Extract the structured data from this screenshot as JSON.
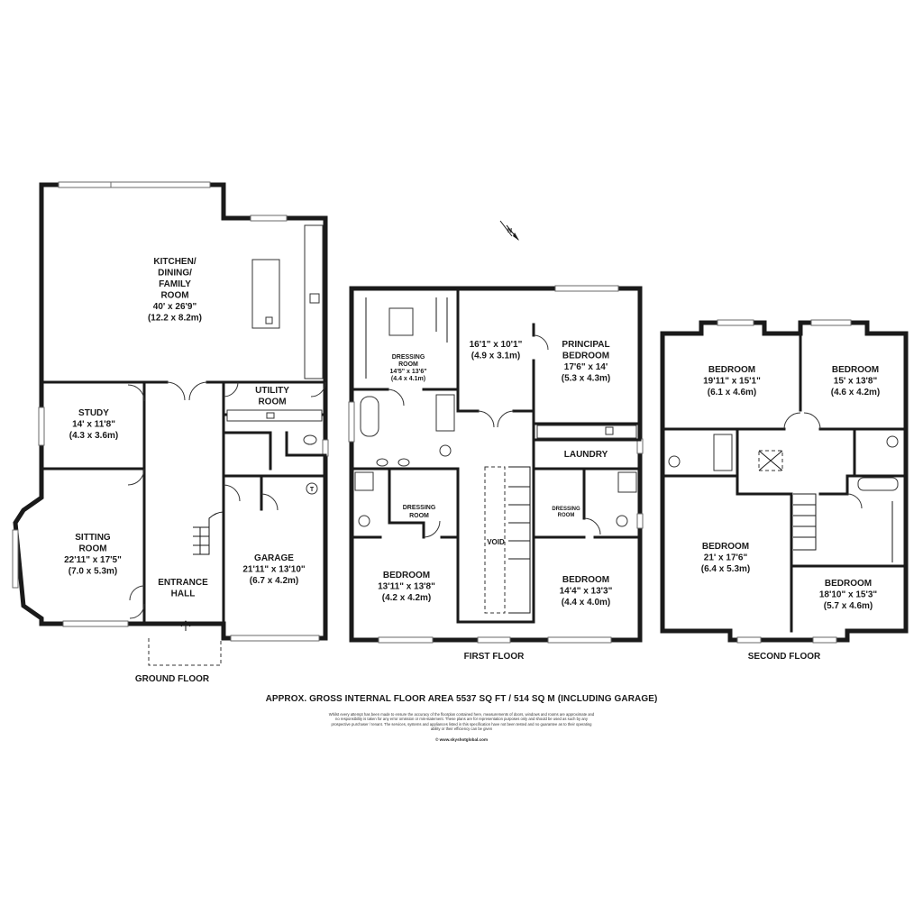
{
  "compass": {
    "label": "N"
  },
  "floors": {
    "ground": {
      "label": "GROUND FLOOR",
      "rooms": {
        "kitchen": {
          "lines": [
            "KITCHEN/",
            "DINING/",
            "FAMILY",
            "ROOM",
            "40' x 26'9\"",
            "(12.2 x 8.2m)"
          ]
        },
        "study": {
          "lines": [
            "STUDY",
            "14' x 11'8\"",
            "(4.3 x 3.6m)"
          ]
        },
        "utility": {
          "lines": [
            "UTILITY",
            "ROOM"
          ]
        },
        "sitting": {
          "lines": [
            "SITTING",
            "ROOM",
            "22'11\" x 17'5\"",
            "(7.0 x 5.3m)"
          ]
        },
        "entrance": {
          "lines": [
            "ENTRANCE",
            "HALL"
          ]
        },
        "garage": {
          "lines": [
            "GARAGE",
            "21'11\" x 13'10\"",
            "(6.7 x 4.2m)"
          ]
        }
      },
      "boiler_label": "T"
    },
    "first": {
      "label": "FIRST FLOOR",
      "rooms": {
        "dressing_main": {
          "lines": [
            "DRESSING",
            "ROOM",
            "14'5\" x 13'6\"",
            "(4.4 x 4.1m)"
          ]
        },
        "principal_dims": {
          "lines": [
            "16'1\" x 10'1\"",
            "(4.9 x 3.1m)"
          ]
        },
        "principal": {
          "lines": [
            "PRINCIPAL",
            "BEDROOM",
            "17'6\" x 14'",
            "(5.3 x 4.3m)"
          ]
        },
        "laundry": {
          "lines": [
            "LAUNDRY"
          ]
        },
        "dressing_2": {
          "lines": [
            "DRESSING",
            "ROOM"
          ]
        },
        "dressing_3": {
          "lines": [
            "DRESSING",
            "ROOM"
          ]
        },
        "void": {
          "lines": [
            "VOID"
          ]
        },
        "bedroom_left": {
          "lines": [
            "BEDROOM",
            "13'11\" x 13'8\"",
            "(4.2 x 4.2m)"
          ]
        },
        "bedroom_right": {
          "lines": [
            "BEDROOM",
            "14'4\" x 13'3\"",
            "(4.4 x 4.0m)"
          ]
        }
      }
    },
    "second": {
      "label": "SECOND FLOOR",
      "rooms": {
        "bedroom_tl": {
          "lines": [
            "BEDROOM",
            "19'11\" x 15'1\"",
            "(6.1 x 4.6m)"
          ]
        },
        "bedroom_tr": {
          "lines": [
            "BEDROOM",
            "15' x 13'8\"",
            "(4.6 x 4.2m)"
          ]
        },
        "bedroom_bl": {
          "lines": [
            "BEDROOM",
            "21' x 17'6\"",
            "(6.4 x 5.3m)"
          ]
        },
        "bedroom_br": {
          "lines": [
            "BEDROOM",
            "18'10\" x 15'3\"",
            "(5.7 x 4.6m)"
          ]
        }
      }
    }
  },
  "summary": "APPROX. GROSS INTERNAL FLOOR AREA 5537 SQ FT / 514 SQ M (INCLUDING GARAGE)",
  "disclaimer": "Whilst every attempt has been made to ensure the accuracy of the floorplan contained here, measurements of doors, windows and rooms are approximate and no responsibility is taken for any error omission or mis-statement. These plans are for representation purposes only and should be used as such by any prospective purchaser / tenant. The services, systems and appliances listed in this specification have not been tested and no guarantee as to their operating ability or their efficiency can be given",
  "website": "© www.skyshotglobal.com"
}
